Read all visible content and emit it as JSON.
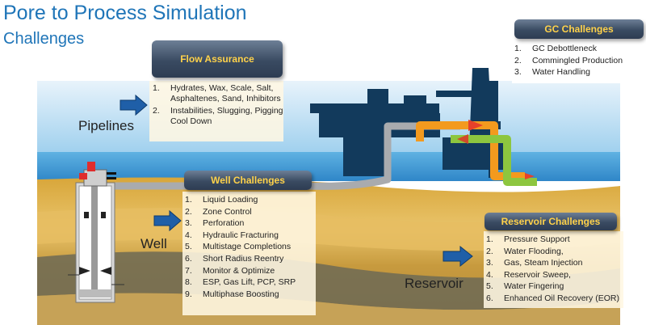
{
  "header": {
    "title": "Pore to Process Simulation",
    "subtitle": "Challenges"
  },
  "labels": {
    "pipelines": "Pipelines",
    "well": "Well",
    "reservoir": "Reservoir"
  },
  "flow_assurance": {
    "title": "Flow Assurance",
    "items": [
      {
        "num": "1.",
        "lines": [
          "Hydrates, Wax, Scale, Salt,",
          "Asphaltenes, Sand, Inhibitors"
        ]
      },
      {
        "num": "2.",
        "lines": [
          "Instabilities, Slugging, Pigging",
          "Cool Down"
        ]
      }
    ]
  },
  "gc_challenges": {
    "title": "GC Challenges",
    "items": [
      {
        "num": "1.",
        "text": "GC Debottleneck"
      },
      {
        "num": "2.",
        "text": "Commingled Production"
      },
      {
        "num": "3.",
        "text": "Water Handling"
      }
    ]
  },
  "well_challenges": {
    "title": "Well Challenges",
    "items": [
      {
        "num": "1.",
        "text": "Liquid Loading"
      },
      {
        "num": "2.",
        "text": "Zone Control"
      },
      {
        "num": "3.",
        "text": "Perforation"
      },
      {
        "num": "4.",
        "text": "Hydraulic Fracturing"
      },
      {
        "num": "5.",
        "text": "Multistage Completions"
      },
      {
        "num": "6.",
        "text": "Short Radius Reentry"
      },
      {
        "num": "7.",
        "text": "Monitor & Optimize"
      },
      {
        "num": "8.",
        "text": "ESP, Gas Lift, PCP, SRP"
      },
      {
        "num": "9.",
        "text": "Multiphase Boosting"
      }
    ]
  },
  "reservoir_challenges": {
    "title": "Reservoir Challenges",
    "items": [
      {
        "num": "1.",
        "text": "Pressure Support"
      },
      {
        "num": "2.",
        "text": "Water Flooding,"
      },
      {
        "num": "3.",
        "text": "Gas, Steam Injection"
      },
      {
        "num": "4.",
        "text": "Reservoir Sweep,"
      },
      {
        "num": "5.",
        "text": "Water Fingering"
      },
      {
        "num": "6.",
        "text": "Enhanced Oil Recovery (EOR)"
      }
    ]
  },
  "colors": {
    "title_blue": "#1f75b8",
    "header_text": "#ffd24a",
    "arrow_blue": "#1f5fa8",
    "oil_orange": "#f39a1e",
    "gas_green": "#8dc63f",
    "pipe_gray": "#a9abae"
  },
  "icons": {
    "pointer_arrows": "right-arrow-icon",
    "wellhead": "wellhead-valve-icon",
    "platform": "offshore-platform-icon"
  }
}
